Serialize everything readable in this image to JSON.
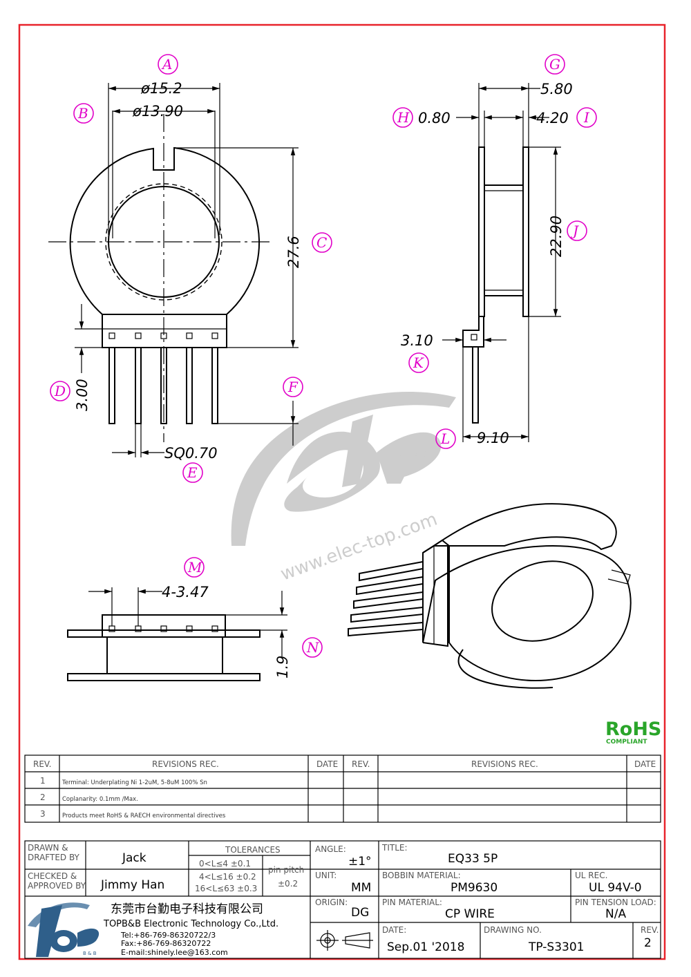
{
  "drawing": {
    "dims": {
      "A_val": "ø15.2",
      "B_val": "ø13.90",
      "C_val": "27.6",
      "D_val": "3.00",
      "E_val": "SQ0.70",
      "G_val": "5.80",
      "H_val": "0.80",
      "I_val": "4.20",
      "J_val": "22.90",
      "K_val": "3.10",
      "L_val": "9.10",
      "M_val": "4-3.47",
      "N_val": "1.9"
    },
    "labels": [
      "A",
      "B",
      "C",
      "D",
      "E",
      "F",
      "G",
      "H",
      "I",
      "J",
      "K",
      "L",
      "M",
      "N"
    ]
  },
  "watermark": {
    "text": "www.elec-top.com",
    "brand": "-B&B"
  },
  "rohs": {
    "title": "RoHS",
    "sub": "COMPLIANT",
    "color": "#2aa52a"
  },
  "revisions": {
    "headers": {
      "rev": "REV.",
      "rec": "REVISIONS   REC.",
      "date": "DATE"
    },
    "rows": [
      {
        "rev": "1",
        "text": "Terminal: Underplating Ni 1-2uM, 5-8uM 100% Sn",
        "date": ""
      },
      {
        "rev": "2",
        "text": "Coplanarity: 0.1mm /Max.",
        "date": ""
      },
      {
        "rev": "3",
        "text": "Products meet RoHS & RAECH environmental directives",
        "date": ""
      }
    ]
  },
  "titleblock": {
    "drawn_label": "DRAWN &\nDRAFTED BY",
    "drawn_by": "Jack",
    "checked_label": "CHECKED &\nAPPROVED BY",
    "checked_by": "Jimmy Han",
    "tol_header": "TOLERANCES",
    "tol_rows": [
      "0<L≤4   ±0.1",
      "4<L≤16  ±0.2",
      "16<L≤63 ±0.3"
    ],
    "pin_pitch_label": "pin pitch",
    "pin_pitch_val": "±0.2",
    "angle_label": "ANGLE:",
    "angle_val": "±1°",
    "unit_label": "UNIT:",
    "unit_val": "MM",
    "origin_label": "ORIGIN:",
    "origin_val": "DG",
    "title_label": "TITLE:",
    "title_val": "EQ33 5P",
    "bobbin_label": "BOBBIN MATERIAL:",
    "bobbin_val": "PM9630",
    "ul_label": "UL REC.",
    "ul_val": "UL 94V-0",
    "pinmat_label": "PIN MATERIAL:",
    "pinmat_val": "CP WIRE",
    "tension_label": "PIN TENSION LOAD:",
    "tension_val": "N/A",
    "date_label": "DATE:",
    "date_val": "Sep.01 '2018",
    "dwgno_label": "DRAWING NO.",
    "dwgno_val": "TP-S3301",
    "rev_label": "REV.",
    "rev_val": "2",
    "company_cn": "东莞市台勤电子科技有限公司",
    "company_en": "TOPB&B Electronic Technology Co.,Ltd.",
    "tel": "Tel:+86-769-86320722/3",
    "fax": "Fax:+86-769-86320722",
    "email": "E-mail:shinely.lee@163.com",
    "logo_sub": "B & B"
  }
}
